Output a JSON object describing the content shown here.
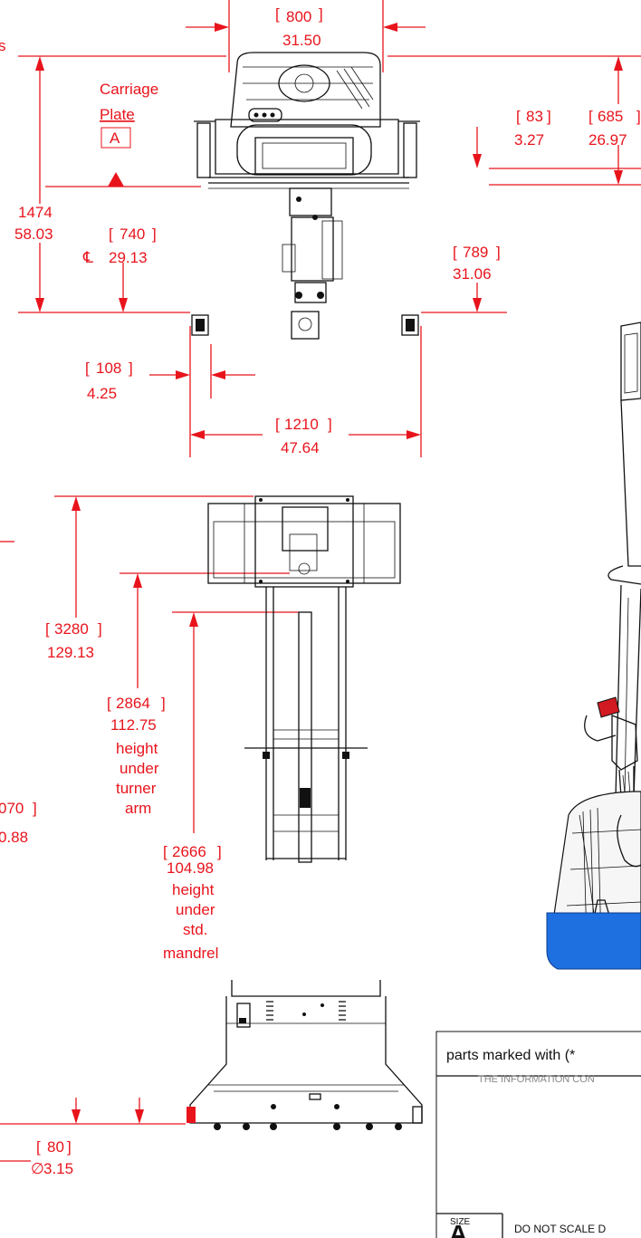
{
  "top_view": {
    "truncated_left_label": "s",
    "carriage_plate": {
      "line1": "Carriage",
      "line2": "Plate",
      "datum": "A"
    },
    "width_mm": "800",
    "width_in": "31.50",
    "offset_mm": "83",
    "offset_in": "3.27",
    "depth_mm": "685",
    "depth_in": "26.97",
    "length_mm": "1474",
    "length_in": "58.03",
    "centerline_mm": "740",
    "centerline_symbol": "℄",
    "centerline_in": "29.13",
    "wheel_offset_mm": "789",
    "wheel_offset_in": "31.06",
    "wheel_width_mm": "108",
    "wheel_width_in": "4.25",
    "track_mm": "1210",
    "track_in": "47.64"
  },
  "front_view": {
    "truncated_mm": "070",
    "truncated_in": "0.88",
    "overall_height_mm": "3280",
    "overall_height_in": "129.13",
    "turner_height_mm": "2864",
    "turner_height_in": "112.75",
    "turner_note": [
      "height",
      "under",
      "turner",
      "arm"
    ],
    "mandrel_height_mm": "2666",
    "mandrel_height_in": "104.98",
    "mandrel_note": [
      "height",
      "under",
      "std.",
      "mandrel"
    ]
  },
  "side_view": {
    "clearance_mm": "80",
    "clearance_symbol": "∅",
    "clearance_in": "3.15"
  },
  "title_block": {
    "note": "parts marked with (*",
    "faint_line": "THE INFORMATION CON",
    "size_label": "SIZE",
    "size_value": "A",
    "scale_note": "DO  NOT  SCALE D"
  },
  "colors": {
    "dimension": "#e8141c",
    "outline": "#111111",
    "accent_blue": "#1e6fe0"
  }
}
